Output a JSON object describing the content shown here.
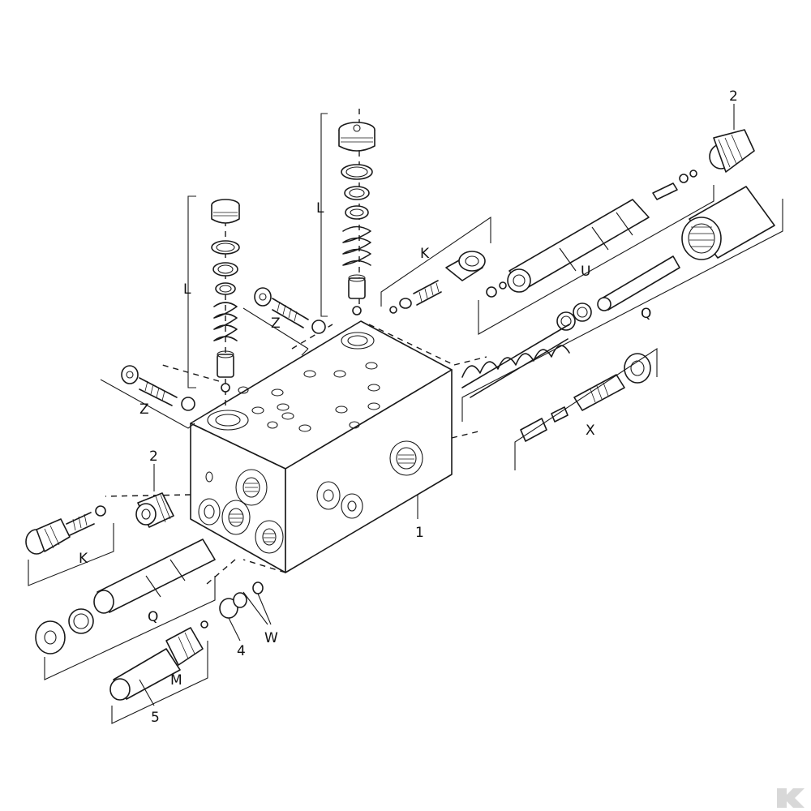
{
  "callouts": {
    "block": "1",
    "gauge_top": "2",
    "gauge_left": "2",
    "seal": "4",
    "plug": "5"
  },
  "groups": {
    "L_left": "L",
    "L_right": "L",
    "K_top": "K",
    "K_left": "K",
    "Z_upper": "Z",
    "Z_lower": "Z",
    "U": "U",
    "Q_right": "Q",
    "Q_left": "Q",
    "X": "X",
    "W": "W",
    "M": "M"
  }
}
